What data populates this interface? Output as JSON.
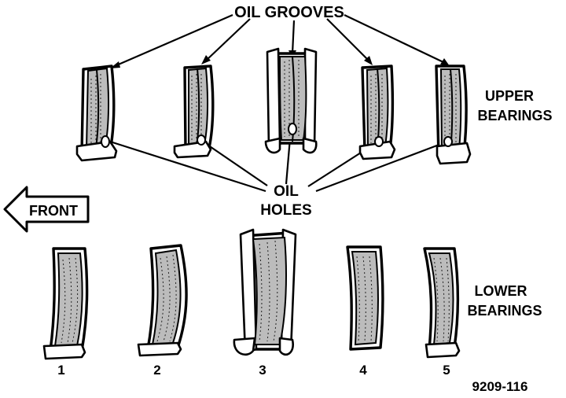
{
  "labels": {
    "oil_grooves": "OIL GROOVES",
    "oil_holes_line1": "OIL",
    "oil_holes_line2": "HOLES",
    "upper_line1": "UPPER",
    "upper_line2": "BEARINGS",
    "lower_line1": "LOWER",
    "lower_line2": "BEARINGS",
    "front": "FRONT",
    "figure_id": "9209-116"
  },
  "bearing_numbers": [
    "1",
    "2",
    "3",
    "4",
    "5"
  ],
  "colors": {
    "ink": "#000000",
    "bearing_face": "#bcbcbc",
    "background": "#ffffff"
  }
}
